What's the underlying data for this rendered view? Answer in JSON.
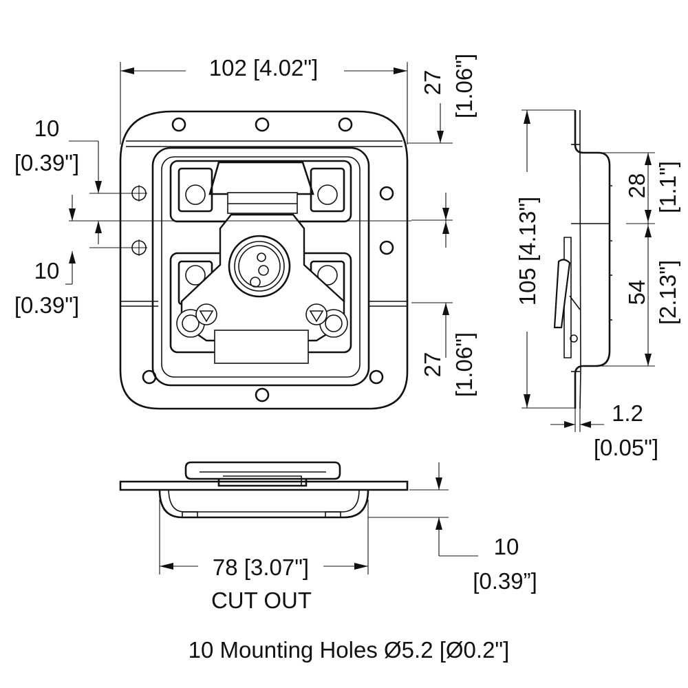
{
  "dimensions": {
    "width_top": "102 [4.02\"]",
    "right_top_a": "27",
    "right_top_b": "[1.06\"]",
    "right_bottom_a": "27",
    "right_bottom_b": "[1.06\"]",
    "left_top_a": "10",
    "left_top_b": "[0.39\"]",
    "left_bottom_a": "10",
    "left_bottom_b": "[0.39\"]",
    "side_height": "105 [4.13\"]",
    "side_upper_a": "28",
    "side_upper_b": "[1.1\"]",
    "side_lower_a": "54",
    "side_lower_b": "[2.13\"]",
    "thickness_a": "1.2",
    "thickness_b": "[0.05\"]",
    "cutout_width": "78 [3.07\"]",
    "cutout_label": "CUT OUT",
    "depth_a": "10",
    "depth_b": "[0.39”]"
  },
  "note": "10 Mounting Holes Ø5.2 [Ø0.2\"]"
}
